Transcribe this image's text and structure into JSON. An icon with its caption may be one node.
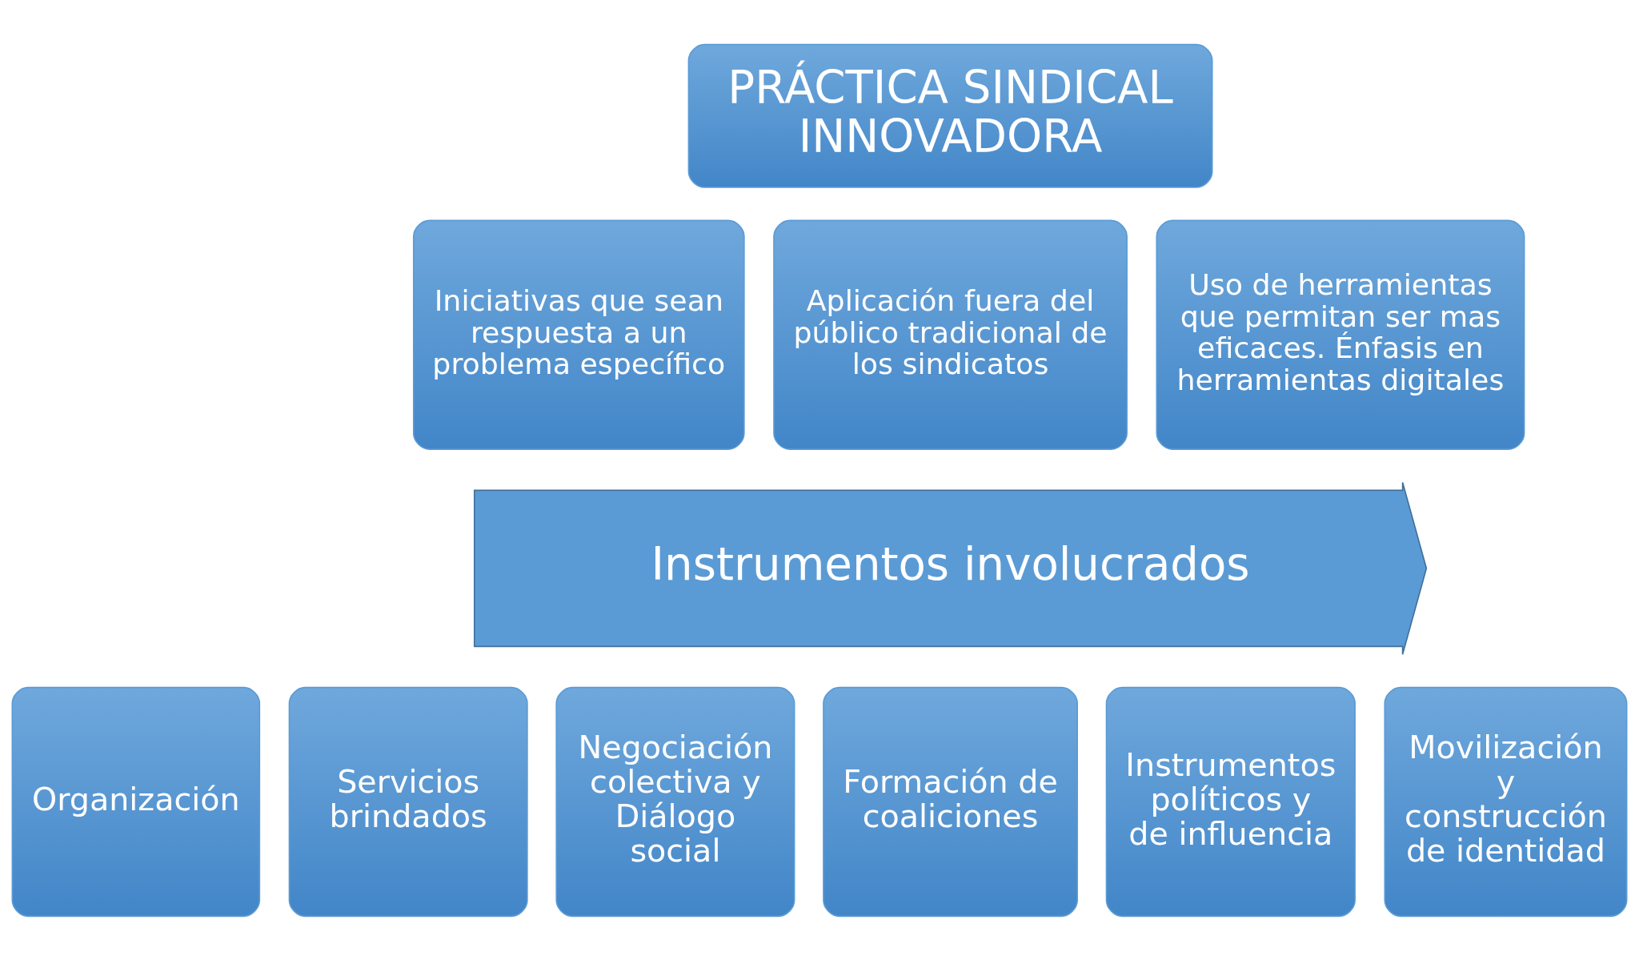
{
  "diagram": {
    "nodes": [
      {
        "text": [
          "PRÁCTICA SINDICAL INNOVADORA"
        ]
      },
      {
        "text": [
          "Iniciativas que sean respuesta a un problema específico"
        ]
      },
      {
        "text": [
          "Aplicación fuera del público tradicional de los sindicatos"
        ]
      },
      {
        "text": [
          "Uso de herramientas que permitan ser mas eficaces. Énfasis en herramientas digitales"
        ]
      },
      {
        "text": [
          "Instrumentos involucrados"
        ]
      },
      {
        "text": [
          "Organización"
        ]
      },
      {
        "text": [
          "Servicios brindados"
        ]
      },
      {
        "text": [
          "Negociación colectiva y Diálogo social"
        ]
      },
      {
        "text": [
          "Formación de coaliciones"
        ]
      },
      {
        "text": [
          "Instrumentos políticos y de influencia"
        ]
      },
      {
        "text": [
          "Movilización y construcción de identidad"
        ]
      }
    ],
    "edges": []
  }
}
